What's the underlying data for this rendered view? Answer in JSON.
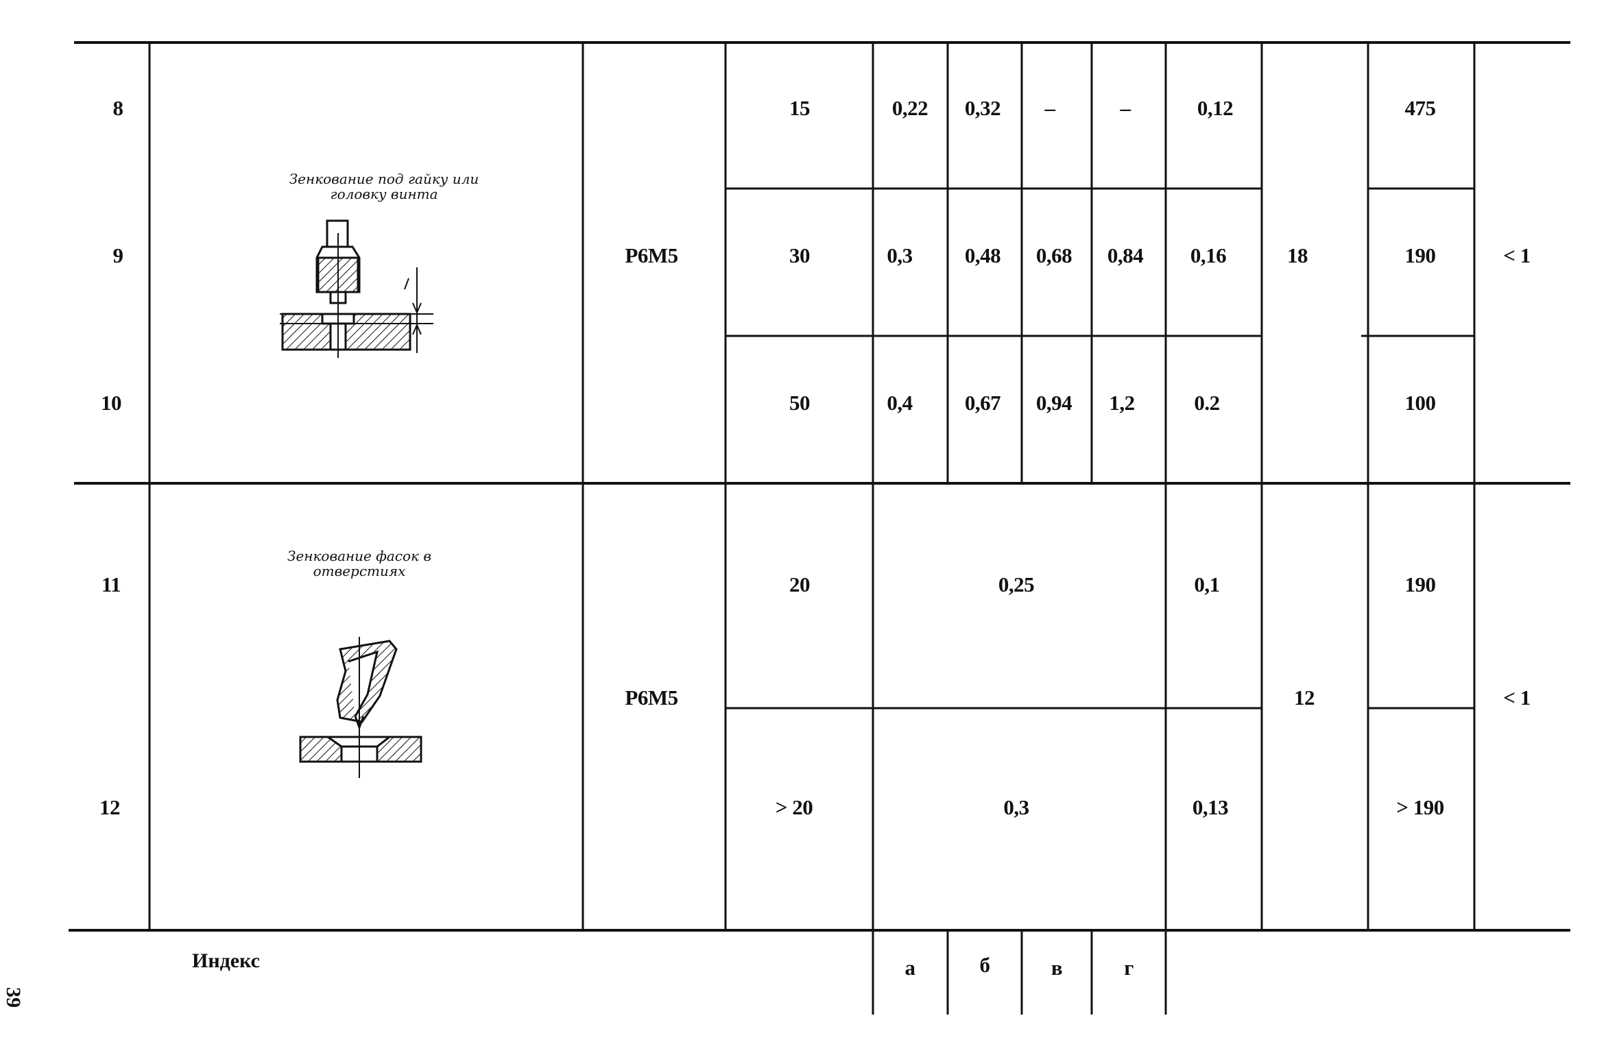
{
  "page_number": "39",
  "groups": [
    {
      "id": "g1",
      "operation": "Зенкование под гайку или головку винта",
      "material": "Р6М5",
      "col_18_value": "18",
      "last_col_value": "< 1",
      "rows": [
        {
          "num": "8",
          "d": "15",
          "a": "0,22",
          "b": "0,32",
          "v": "–",
          "g": "–",
          "s": "0,12",
          "n": "475"
        },
        {
          "num": "9",
          "d": "30",
          "a": "0,3",
          "b": "0,48",
          "v": "0,68",
          "g": "0,84",
          "s": "0,16",
          "n": "190"
        },
        {
          "num": "10",
          "d": "50",
          "a": "0,4",
          "b": "0,67",
          "v": "0,94",
          "g": "1,2",
          "s": "0.2",
          "n": "100"
        }
      ]
    },
    {
      "id": "g2",
      "operation": "Зенкование фасок в отверстиях",
      "material": "Р6М5",
      "col_18_value": "12",
      "last_col_value": "< 1",
      "rows": [
        {
          "num": "11",
          "d": "20",
          "merged": "0,25",
          "s": "0,1",
          "n": "190"
        },
        {
          "num": "12",
          "d": "> 20",
          "merged": "0,3",
          "s": "0,13",
          "n": "> 190"
        }
      ]
    }
  ],
  "footer": {
    "index_label": "Индекс",
    "letters": [
      "а",
      "б",
      "в",
      "г"
    ]
  }
}
